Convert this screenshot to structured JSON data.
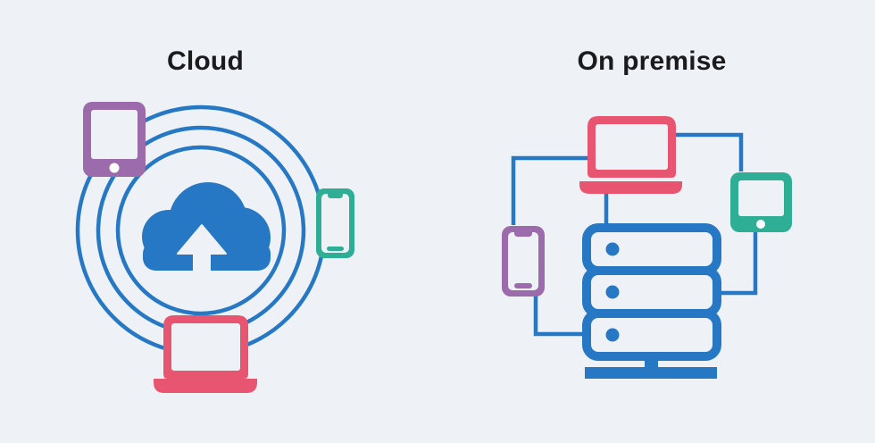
{
  "page": {
    "background": "#eef2f7"
  },
  "colors": {
    "blue": "#2678c4",
    "pink": "#e85570",
    "purple": "#9c6bab",
    "teal": "#2fae96",
    "white": "#ffffff",
    "title": "#1b1b1d"
  },
  "cloud_panel": {
    "title": "Cloud",
    "center_icon": "cloud-upload-icon",
    "ring_count": 3,
    "devices": [
      {
        "icon": "tablet-icon",
        "color": "purple",
        "position": "top-left"
      },
      {
        "icon": "smartphone-icon",
        "color": "teal",
        "position": "right"
      },
      {
        "icon": "laptop-icon",
        "color": "pink",
        "position": "bottom"
      }
    ]
  },
  "onprem_panel": {
    "title": "On premise",
    "center_icon": "server-icon",
    "server_unit_count": 3,
    "devices": [
      {
        "icon": "laptop-icon",
        "color": "pink",
        "position": "top"
      },
      {
        "icon": "tablet-icon",
        "color": "teal",
        "position": "right"
      },
      {
        "icon": "smartphone-icon",
        "color": "purple",
        "position": "left"
      }
    ]
  }
}
